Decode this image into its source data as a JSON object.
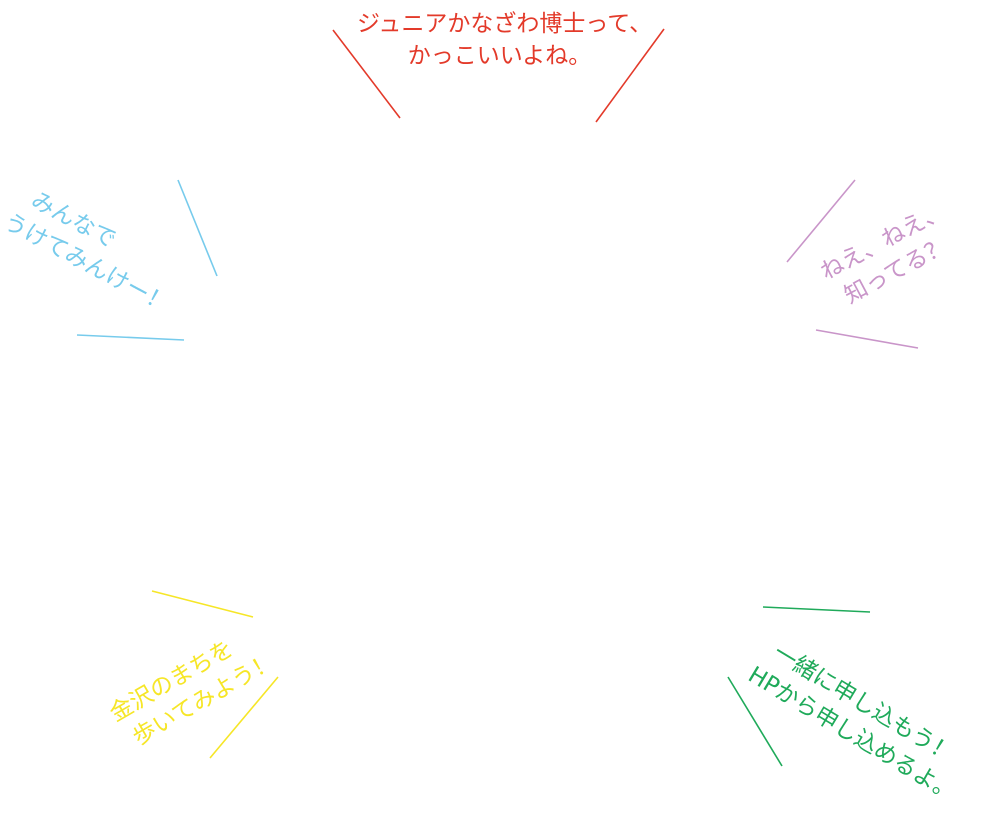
{
  "colors": {
    "red": "#e33a2a",
    "blue": "#77cbec",
    "purple": "#c995c9",
    "yellow": "#f6e627",
    "green": "#1faa5a"
  },
  "callouts": {
    "top": {
      "lines": [
        "ジュニアかなざわ博士って、",
        "かっこいいよね。"
      ]
    },
    "left": {
      "lines": [
        "みんなで",
        "うけてみんけー！"
      ]
    },
    "right": {
      "lines": [
        "ねえ、ねえ、",
        "知ってる？"
      ]
    },
    "bottom_left": {
      "lines": [
        "金沢のまちを",
        "歩いてみよう！"
      ]
    },
    "bottom_right": {
      "lines": [
        "一緒に申し込もう！",
        "HPから申し込めるよ。"
      ]
    }
  }
}
